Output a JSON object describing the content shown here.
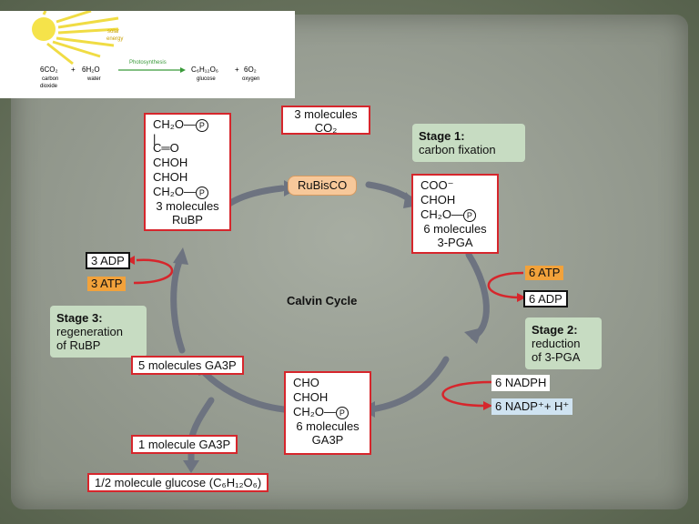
{
  "inset": {
    "solar": "solar",
    "energy": "energy",
    "eq_left1": "6CO₂",
    "plus1": "+",
    "eq_left2": "6H₂O",
    "arrow_label": "Photosynthesis",
    "eq_right1": "C₆H₁₂O₆",
    "plus2": "+",
    "eq_right2": "6O₂",
    "sub1a": "carbon",
    "sub1b": "dioxide",
    "sub2": "water",
    "sub3": "glucose",
    "sub4": "oxygen"
  },
  "center_title": "Calvin Cycle",
  "co2_box": {
    "line1": "3 molecules",
    "line2": "CO₂"
  },
  "rubisco": "RuBisCO",
  "stage1": {
    "title": "Stage 1:",
    "text": "carbon fixation"
  },
  "stage2": {
    "title": "Stage 2:",
    "line1": "reduction",
    "line2": "of 3-PGA"
  },
  "stage3": {
    "title": "Stage 3:",
    "line1": "regeneration",
    "line2": "of RuBP"
  },
  "rubp": {
    "l1": "CH₂O—",
    "l2": "C═O",
    "l3": "CHOH",
    "l4": "CHOH",
    "l5": "CH₂O—",
    "p": "P",
    "name1": "3 molecules",
    "name2": "RuBP"
  },
  "pga": {
    "l1": "COO⁻",
    "l2": "CHOH",
    "l3": "CH₂O—",
    "p": "P",
    "name1": "6 molecules",
    "name2": "3-PGA"
  },
  "ga3p": {
    "l1": "CHO",
    "l2": "CHOH",
    "l3": "CH₂O—",
    "p": "P",
    "name1": "6 molecules",
    "name2": "GA3P"
  },
  "adp3": "3 ADP",
  "atp3": "3 ATP",
  "atp6": "6 ATP",
  "adp6": "6 ADP",
  "nadph6": "6 NADPH",
  "nadp6": "6 NADP⁺+ H⁺",
  "ga3p5": "5 molecules GA3P",
  "ga3p1": "1 molecule GA3P",
  "glucose": "1/2 molecule glucose (C₆H₁₂O₆)",
  "colors": {
    "box_border": "#d6262c",
    "arrow_red": "#d6262c",
    "cycle_arrow": "#6d7380",
    "stage_bg": "#c7dcc2",
    "atp_bg": "#f2a23b",
    "nadp_bg": "#cfe3f1"
  }
}
